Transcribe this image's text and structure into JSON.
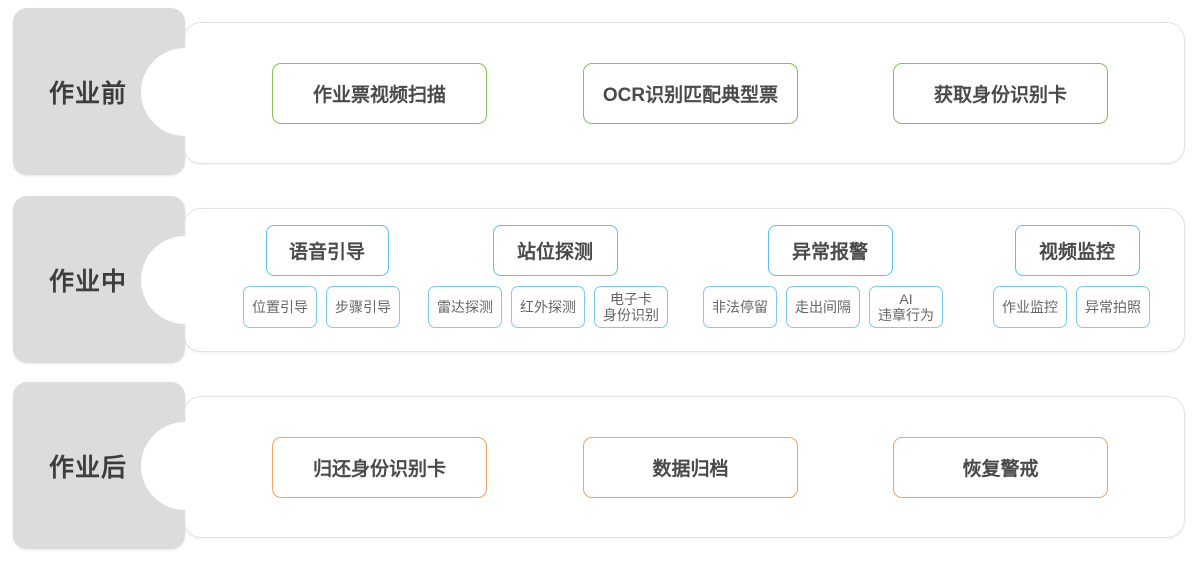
{
  "colors": {
    "before_border": "#88bf5e",
    "during_border": "#5fc0ed",
    "during_sub_border": "#7ecbf0",
    "after_border": "#f4a261",
    "tab_bg": "#dcdcdc",
    "panel_bg": "#ffffff",
    "panel_border": "#e2e2e2",
    "text_dark": "#3d3d3d",
    "text_box": "#4a4a4a",
    "text_sub": "#666666"
  },
  "stages": [
    {
      "id": "before",
      "label": "作业前",
      "items": [
        {
          "label": "作业票视频扫描"
        },
        {
          "label": "OCR识别匹配典型票"
        },
        {
          "label": "获取身份识别卡"
        }
      ]
    },
    {
      "id": "during",
      "label": "作业中",
      "groups": [
        {
          "head": "语音引导",
          "subs": [
            {
              "line1": "位置引导",
              "line2": ""
            },
            {
              "line1": "步骤引导",
              "line2": ""
            }
          ]
        },
        {
          "head": "站位探测",
          "subs": [
            {
              "line1": "雷达探测",
              "line2": ""
            },
            {
              "line1": "红外探测",
              "line2": ""
            },
            {
              "line1": "电子卡",
              "line2": "身份识别"
            }
          ]
        },
        {
          "head": "异常报警",
          "subs": [
            {
              "line1": "非法停留",
              "line2": ""
            },
            {
              "line1": "走出间隔",
              "line2": ""
            },
            {
              "line1": "AI",
              "line2": "违章行为"
            }
          ]
        },
        {
          "head": "视频监控",
          "subs": [
            {
              "line1": "作业监控",
              "line2": ""
            },
            {
              "line1": "异常拍照",
              "line2": ""
            }
          ]
        }
      ]
    },
    {
      "id": "after",
      "label": "作业后",
      "items": [
        {
          "label": "归还身份识别卡"
        },
        {
          "label": "数据归档"
        },
        {
          "label": "恢复警戒"
        }
      ]
    }
  ]
}
